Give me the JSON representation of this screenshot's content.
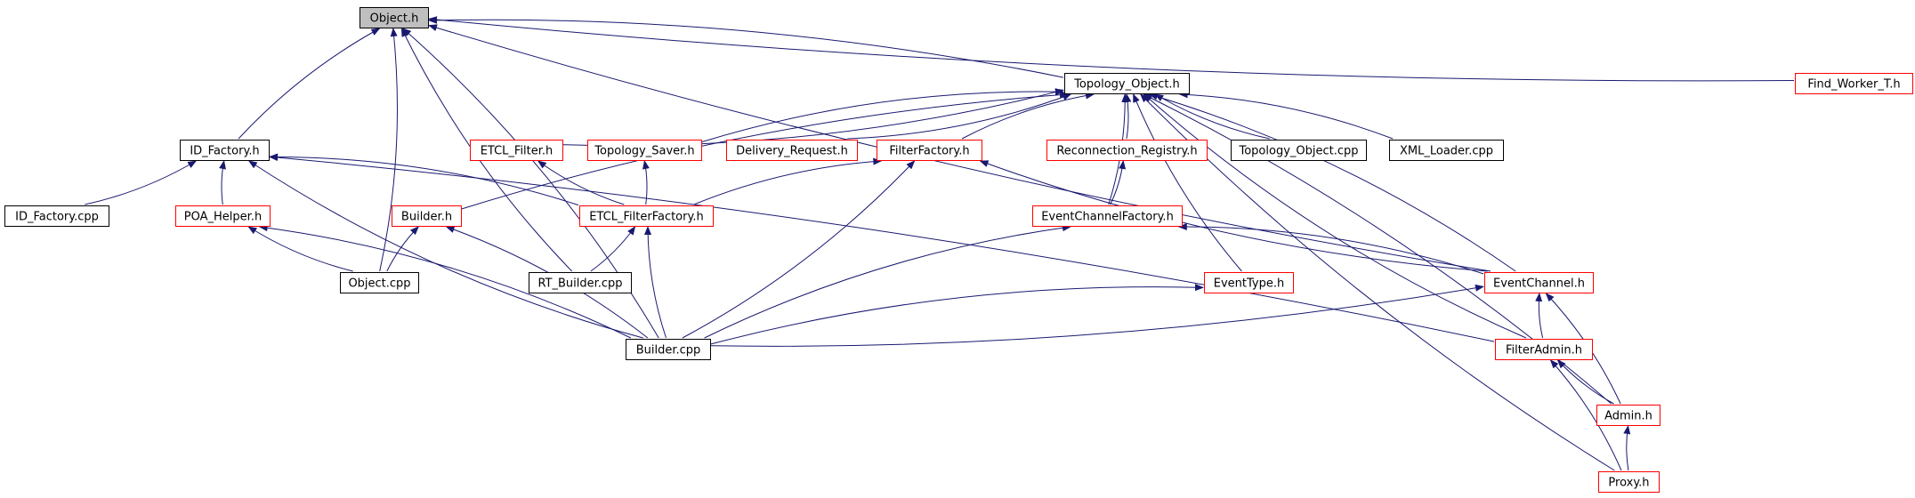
{
  "colors": {
    "edge": "#191970",
    "root_fill": "#bfbfbf",
    "root_border": "#000000",
    "documented_border": "#ff0000",
    "plain_border": "#000000",
    "background": "#ffffff"
  },
  "nodes": [
    {
      "id": "object_h",
      "label": "Object.h",
      "kind": "root"
    },
    {
      "id": "find_worker",
      "label": "Find_Worker_T.h",
      "kind": "documented"
    },
    {
      "id": "topology_object_h",
      "label": "Topology_Object.h",
      "kind": "plain"
    },
    {
      "id": "id_factory_h",
      "label": "ID_Factory.h",
      "kind": "plain"
    },
    {
      "id": "etcl_filter_h",
      "label": "ETCL_Filter.h",
      "kind": "documented"
    },
    {
      "id": "topology_saver_h",
      "label": "Topology_Saver.h",
      "kind": "documented"
    },
    {
      "id": "delivery_request_h",
      "label": "Delivery_Request.h",
      "kind": "documented"
    },
    {
      "id": "filterfactory_h",
      "label": "FilterFactory.h",
      "kind": "documented"
    },
    {
      "id": "reconnection_registry_h",
      "label": "Reconnection_Registry.h",
      "kind": "documented"
    },
    {
      "id": "topology_object_cpp",
      "label": "Topology_Object.cpp",
      "kind": "plain"
    },
    {
      "id": "xml_loader_cpp",
      "label": "XML_Loader.cpp",
      "kind": "plain"
    },
    {
      "id": "id_factory_cpp",
      "label": "ID_Factory.cpp",
      "kind": "plain"
    },
    {
      "id": "poa_helper_h",
      "label": "POA_Helper.h",
      "kind": "documented"
    },
    {
      "id": "builder_h",
      "label": "Builder.h",
      "kind": "documented"
    },
    {
      "id": "etcl_filterfactory_h",
      "label": "ETCL_FilterFactory.h",
      "kind": "documented"
    },
    {
      "id": "eventchannelfactory_h",
      "label": "EventChannelFactory.h",
      "kind": "documented"
    },
    {
      "id": "object_cpp",
      "label": "Object.cpp",
      "kind": "plain"
    },
    {
      "id": "rt_builder_cpp",
      "label": "RT_Builder.cpp",
      "kind": "plain"
    },
    {
      "id": "eventtype_h",
      "label": "EventType.h",
      "kind": "documented"
    },
    {
      "id": "eventchannel_h",
      "label": "EventChannel.h",
      "kind": "documented"
    },
    {
      "id": "builder_cpp",
      "label": "Builder.cpp",
      "kind": "plain"
    },
    {
      "id": "filteradmin_h",
      "label": "FilterAdmin.h",
      "kind": "documented"
    },
    {
      "id": "admin_h",
      "label": "Admin.h",
      "kind": "documented"
    },
    {
      "id": "proxy_h",
      "label": "Proxy.h",
      "kind": "documented"
    }
  ],
  "edges": [
    {
      "from": "find_worker",
      "to": "object_h"
    },
    {
      "from": "topology_object_h",
      "to": "object_h"
    },
    {
      "from": "id_factory_h",
      "to": "object_h"
    },
    {
      "from": "object_cpp",
      "to": "object_h"
    },
    {
      "from": "rt_builder_cpp",
      "to": "object_h"
    },
    {
      "from": "builder_cpp",
      "to": "object_h"
    },
    {
      "from": "eventchannel_h",
      "to": "object_h"
    },
    {
      "from": "etcl_filter_h",
      "to": "topology_object_h"
    },
    {
      "from": "topology_saver_h",
      "to": "topology_object_h"
    },
    {
      "from": "delivery_request_h",
      "to": "topology_object_h"
    },
    {
      "from": "filterfactory_h",
      "to": "topology_object_h"
    },
    {
      "from": "reconnection_registry_h",
      "to": "topology_object_h"
    },
    {
      "from": "topology_object_cpp",
      "to": "topology_object_h"
    },
    {
      "from": "xml_loader_cpp",
      "to": "topology_object_h"
    },
    {
      "from": "builder_h",
      "to": "topology_object_h"
    },
    {
      "from": "eventchannelfactory_h",
      "to": "topology_object_h"
    },
    {
      "from": "eventtype_h",
      "to": "topology_object_h"
    },
    {
      "from": "eventchannel_h",
      "to": "topology_object_h"
    },
    {
      "from": "filteradmin_h",
      "to": "topology_object_h"
    },
    {
      "from": "admin_h",
      "to": "topology_object_h"
    },
    {
      "from": "proxy_h",
      "to": "topology_object_h"
    },
    {
      "from": "id_factory_cpp",
      "to": "id_factory_h"
    },
    {
      "from": "poa_helper_h",
      "to": "id_factory_h"
    },
    {
      "from": "etcl_filterfactory_h",
      "to": "id_factory_h"
    },
    {
      "from": "builder_cpp",
      "to": "id_factory_h"
    },
    {
      "from": "filteradmin_h",
      "to": "id_factory_h"
    },
    {
      "from": "object_cpp",
      "to": "poa_helper_h"
    },
    {
      "from": "builder_cpp",
      "to": "poa_helper_h"
    },
    {
      "from": "object_cpp",
      "to": "builder_h"
    },
    {
      "from": "builder_cpp",
      "to": "builder_h"
    },
    {
      "from": "etcl_filterfactory_h",
      "to": "etcl_filter_h"
    },
    {
      "from": "etcl_filterfactory_h",
      "to": "topology_saver_h"
    },
    {
      "from": "etcl_filterfactory_h",
      "to": "filterfactory_h"
    },
    {
      "from": "builder_cpp",
      "to": "filterfactory_h"
    },
    {
      "from": "eventchannel_h",
      "to": "filterfactory_h"
    },
    {
      "from": "rt_builder_cpp",
      "to": "etcl_filterfactory_h"
    },
    {
      "from": "builder_cpp",
      "to": "etcl_filterfactory_h"
    },
    {
      "from": "eventchannelfactory_h",
      "to": "reconnection_registry_h"
    },
    {
      "from": "builder_cpp",
      "to": "eventchannelfactory_h"
    },
    {
      "from": "eventchannel_h",
      "to": "eventchannelfactory_h"
    },
    {
      "from": "builder_cpp",
      "to": "eventtype_h"
    },
    {
      "from": "builder_cpp",
      "to": "eventchannel_h"
    },
    {
      "from": "filteradmin_h",
      "to": "eventchannel_h"
    },
    {
      "from": "admin_h",
      "to": "eventchannel_h"
    },
    {
      "from": "admin_h",
      "to": "filteradmin_h"
    },
    {
      "from": "proxy_h",
      "to": "filteradmin_h"
    },
    {
      "from": "proxy_h",
      "to": "admin_h"
    }
  ]
}
